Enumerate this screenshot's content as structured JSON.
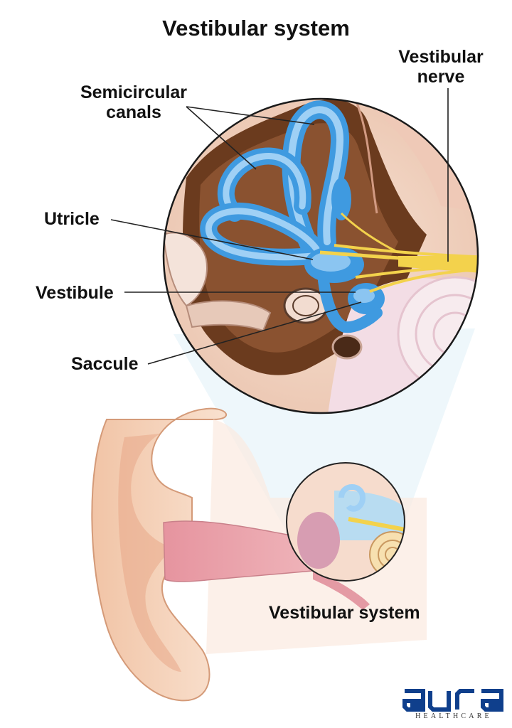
{
  "title": "Vestibular system",
  "labels": {
    "semicircular_canals": [
      "Semicircular",
      "canals"
    ],
    "vestibular_nerve": [
      "Vestibular",
      "nerve"
    ],
    "utricle": "Utricle",
    "vestibule": "Vestibule",
    "saccule": "Saccule",
    "inset_caption": "Vestibular system"
  },
  "logo": {
    "word": "aura",
    "subtitle": "HEALTHCARE"
  },
  "colors": {
    "canal_blue": "#3f9ae0",
    "canal_light": "#9fd0f5",
    "nerve_yellow": "#f3d24c",
    "bone_tissue": "#f2d5c8",
    "cavity_brown": "#6b3b1e",
    "ear_skin": "#f4cfb4",
    "canal_pink": "#e9a3ac",
    "logo_blue": "#0f3f8c"
  }
}
